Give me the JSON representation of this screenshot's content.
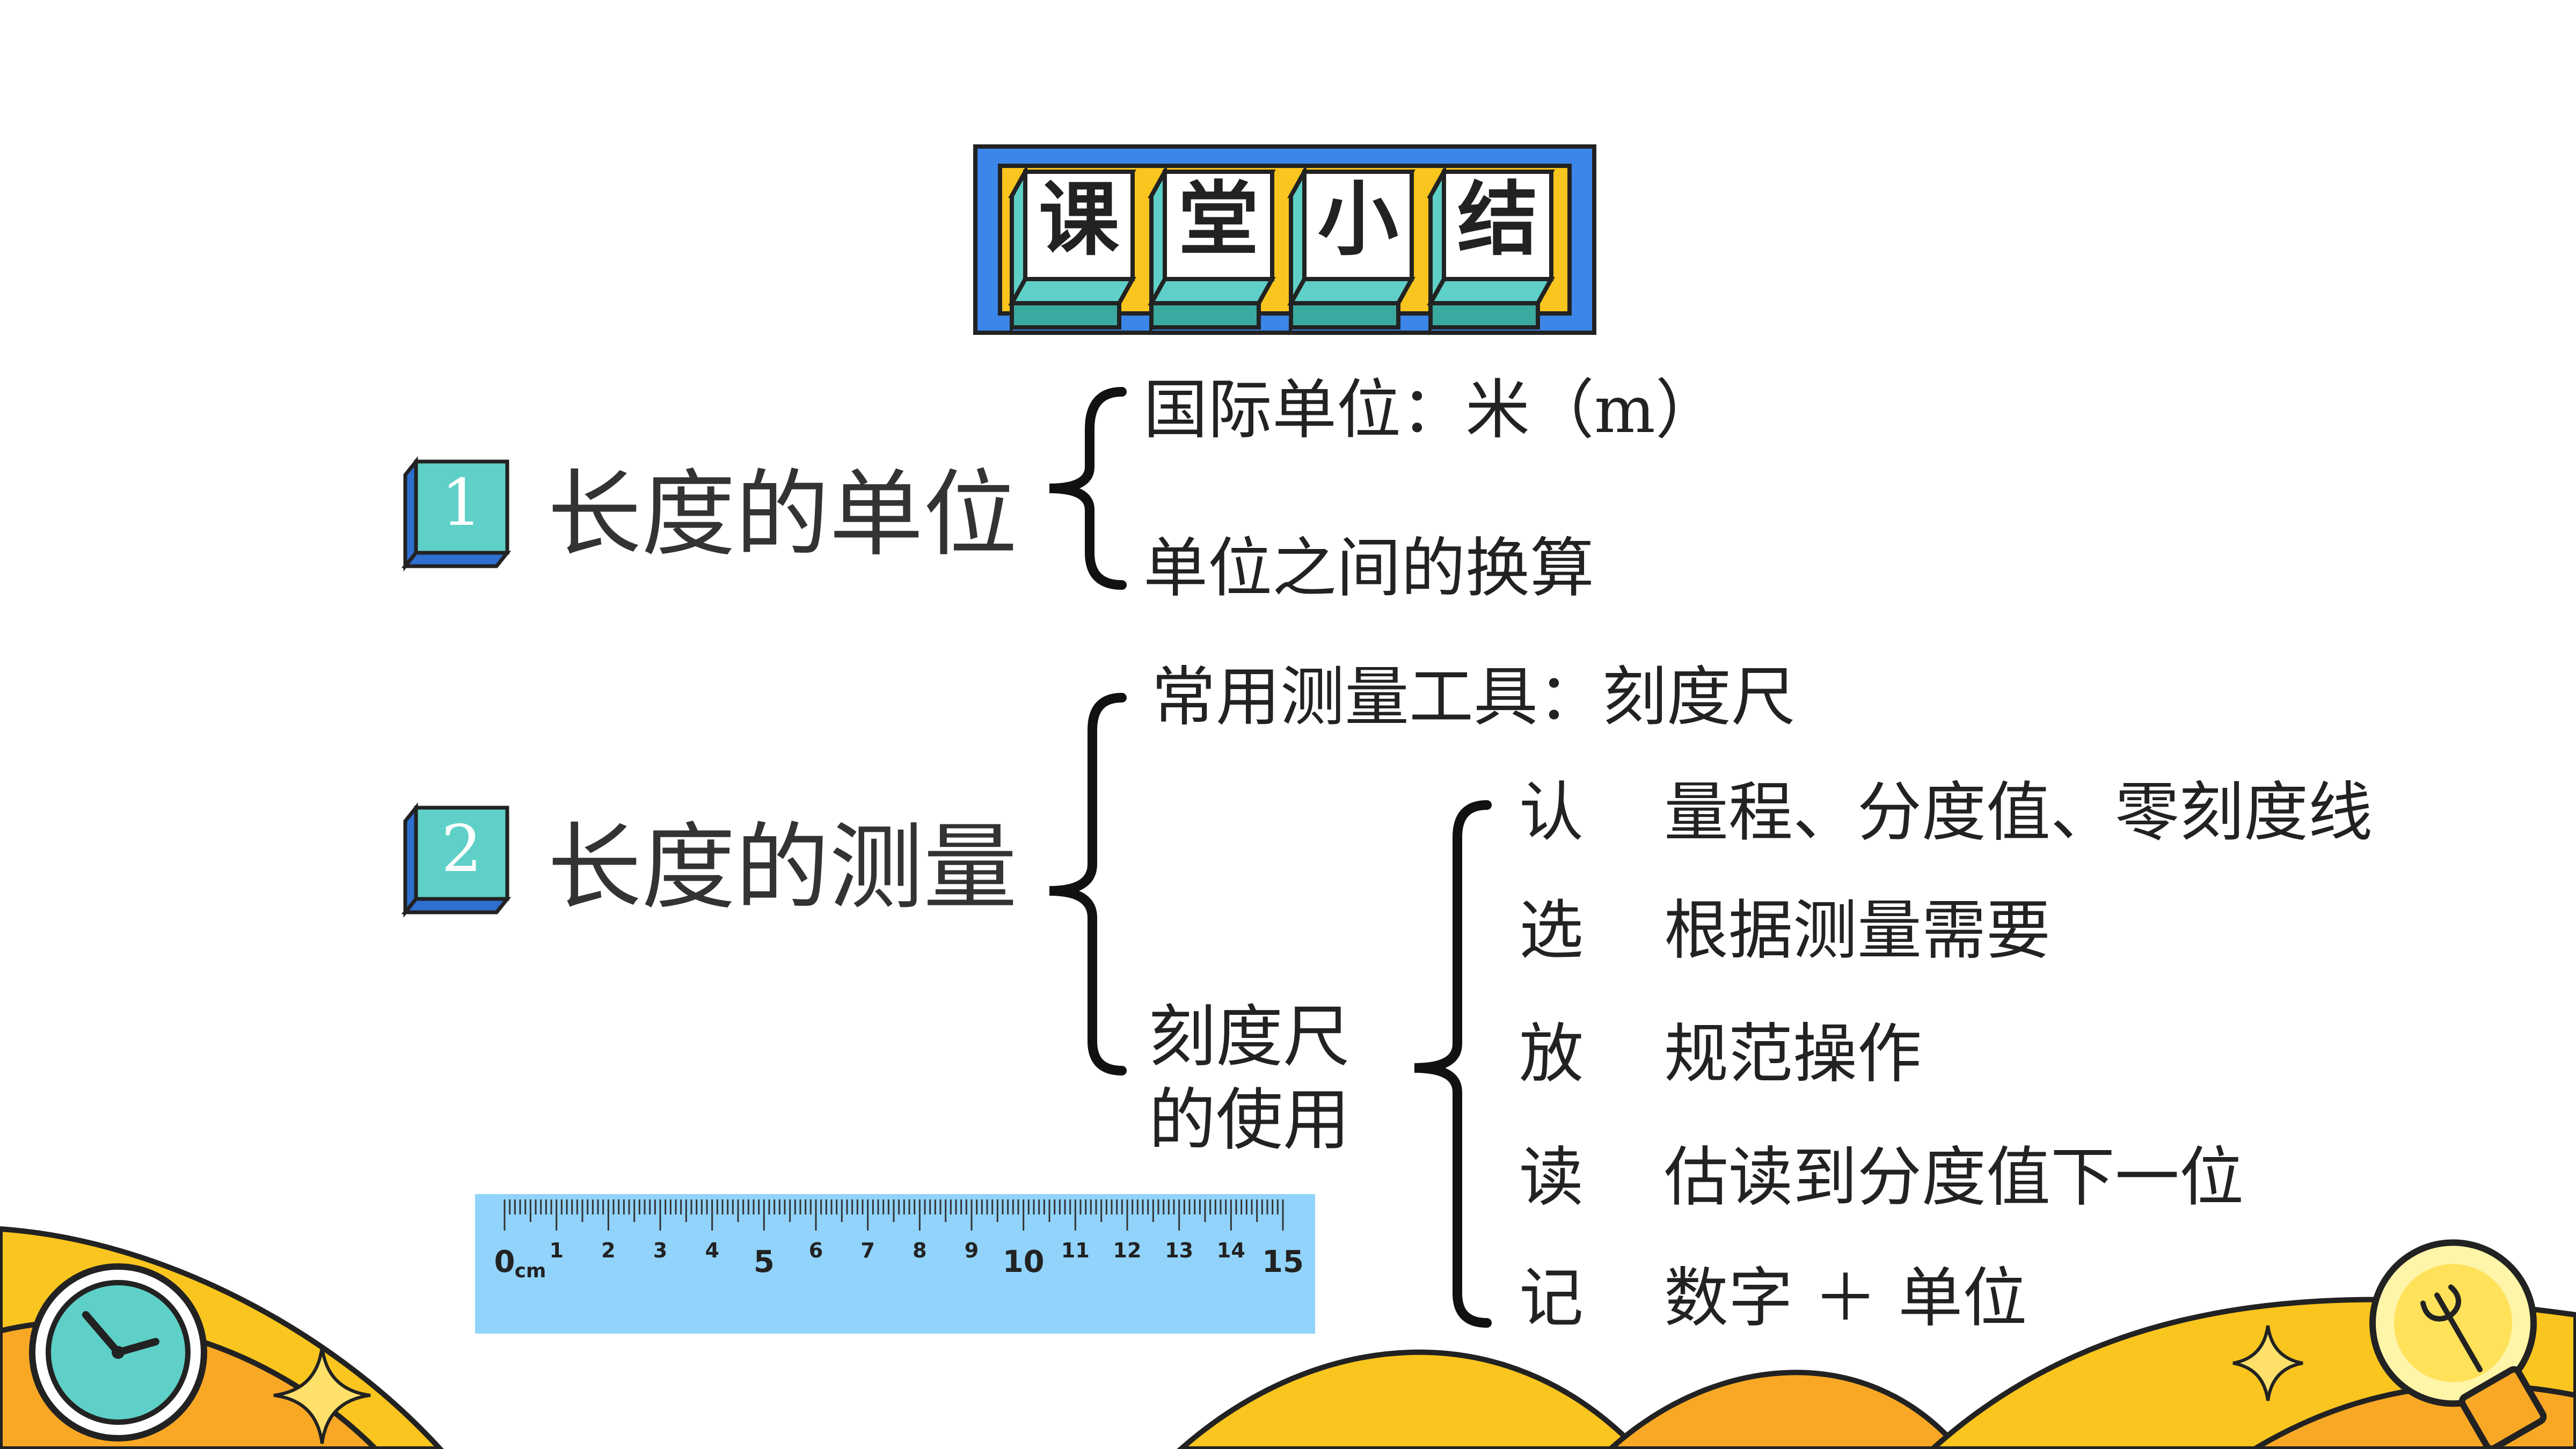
{
  "title": {
    "chars": [
      "课",
      "堂",
      "小",
      "结"
    ]
  },
  "colors": {
    "blue": "#3b86e8",
    "yellow": "#f9c51e",
    "teal": "#5ed0c7",
    "ink": "#222222",
    "ruler": "#91d3fb",
    "orange": "#f9a825"
  },
  "section1": {
    "number": "1",
    "heading": "长度的单位",
    "items": [
      "国际单位：米（m）",
      "单位之间的换算"
    ]
  },
  "section2": {
    "number": "2",
    "heading": "长度的测量",
    "tool": "常用测量工具：刻度尺",
    "usage_line1": "刻度尺",
    "usage_line2": "的使用",
    "steps": [
      {
        "key": "认",
        "text": "量程、分度值、零刻度线"
      },
      {
        "key": "选",
        "text": "根据测量需要"
      },
      {
        "key": "放",
        "text": "规范操作"
      },
      {
        "key": "读",
        "text": "估读到分度值下一位"
      },
      {
        "key": "记",
        "text": "数字 ＋ 单位"
      }
    ]
  },
  "ruler": {
    "unit": "cm",
    "labels": [
      "0",
      "1",
      "2",
      "3",
      "4",
      "5",
      "6",
      "7",
      "8",
      "9",
      "10",
      "11",
      "12",
      "13",
      "14",
      "15"
    ]
  },
  "icons": [
    "clock-icon",
    "lightbulb-icon",
    "sparkle-icon"
  ]
}
